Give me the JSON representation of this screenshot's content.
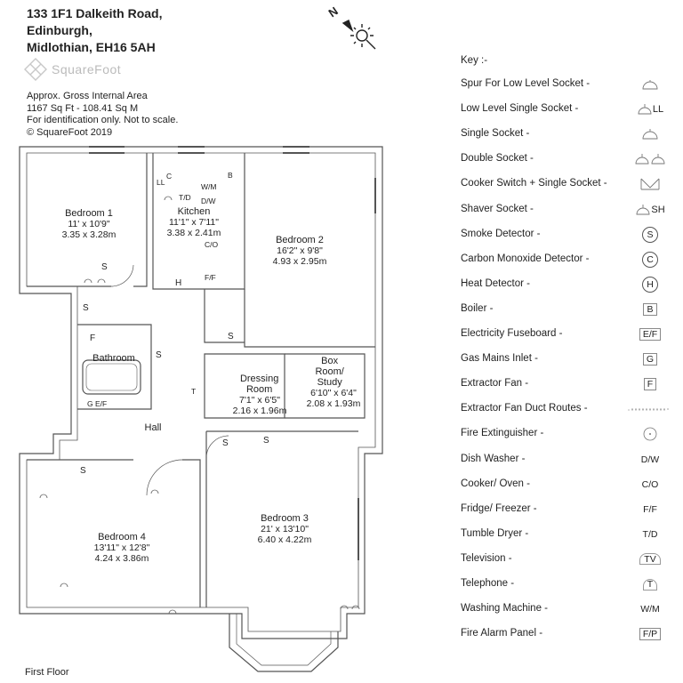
{
  "header": {
    "address_line1": "133 1F1 Dalkeith Road,",
    "address_line2": "Edinburgh,",
    "address_line3": "Midlothian, EH16 5AH"
  },
  "logo": {
    "text": "SquareFoot"
  },
  "area_info": {
    "line1": "Approx. Gross Internal Area",
    "line2": "1167 Sq Ft  -  108.41 Sq M",
    "line3": "For identification only. Not to scale.",
    "line4": "© SquareFoot 2019"
  },
  "compass": {
    "label": "N"
  },
  "floor_label": "First Floor",
  "rooms": [
    {
      "name": "Bedroom 1",
      "imperial": "11' x 10'9\"",
      "metric": "3.35 x 3.28m"
    },
    {
      "name": "Kitchen",
      "imperial": "11'1\" x 7'11\"",
      "metric": "3.38 x 2.41m"
    },
    {
      "name": "Bedroom 2",
      "imperial": "16'2\" x 9'8\"",
      "metric": "4.93 x 2.95m"
    },
    {
      "name": "Bathroom",
      "imperial": "",
      "metric": ""
    },
    {
      "name": "Dressing Room",
      "imperial": "7'1\" x 6'5\"",
      "metric": "2.16 x 1.96m"
    },
    {
      "name": "Box Room/ Study",
      "imperial": "6'10\" x 6'4\"",
      "metric": "2.08 x 1.93m"
    },
    {
      "name": "Hall",
      "imperial": "",
      "metric": ""
    },
    {
      "name": "Bedroom 4",
      "imperial": "13'11\" x 12'8\"",
      "metric": "4.24 x 3.86m"
    },
    {
      "name": "Bedroom 3",
      "imperial": "21' x 13'10\"",
      "metric": "6.40 x 4.22m"
    }
  ],
  "plan_labels": {
    "ll": "LL",
    "c": "C",
    "b": "B",
    "wm": "W/M",
    "dw": "D/W",
    "td": "T/D",
    "co": "C/O",
    "ff": "F/F",
    "h": "H",
    "s": "S",
    "f": "F",
    "gef": "G E/F",
    "t": "T"
  },
  "key": {
    "title": "Key :-",
    "items": [
      {
        "label": "Spur For Low Level Socket -",
        "symbol": "",
        "icon": "spur-socket-icon"
      },
      {
        "label": "Low Level Single Socket -",
        "symbol": "LL",
        "icon": "low-level-socket-icon"
      },
      {
        "label": "Single Socket -",
        "symbol": "",
        "icon": "single-socket-icon"
      },
      {
        "label": "Double Socket -",
        "symbol": "",
        "icon": "double-socket-icon"
      },
      {
        "label": "Cooker Switch + Single Socket -",
        "symbol": "",
        "icon": "cooker-switch-icon"
      },
      {
        "label": "Shaver Socket -",
        "symbol": "SH",
        "icon": "shaver-socket-icon"
      },
      {
        "label": "Smoke Detector -",
        "symbol": "S",
        "icon": "smoke-detector-icon"
      },
      {
        "label": "Carbon Monoxide Detector -",
        "symbol": "C",
        "icon": "co-detector-icon"
      },
      {
        "label": "Heat Detector -",
        "symbol": "H",
        "icon": "heat-detector-icon"
      },
      {
        "label": "Boiler -",
        "symbol": "B",
        "icon": "boiler-icon"
      },
      {
        "label": "Electricity Fuseboard -",
        "symbol": "E/F",
        "icon": "fuseboard-icon"
      },
      {
        "label": "Gas Mains Inlet -",
        "symbol": "G",
        "icon": "gas-inlet-icon"
      },
      {
        "label": "Extractor Fan -",
        "symbol": "F",
        "icon": "extractor-fan-icon"
      },
      {
        "label": "Extractor Fan Duct Routes -",
        "symbol": "",
        "icon": "duct-route-icon"
      },
      {
        "label": "Fire Extinguisher -",
        "symbol": "",
        "icon": "fire-extinguisher-icon"
      },
      {
        "label": "Dish Washer -",
        "symbol": "D/W",
        "icon": "text-symbol"
      },
      {
        "label": "Cooker/ Oven -",
        "symbol": "C/O",
        "icon": "text-symbol"
      },
      {
        "label": "Fridge/ Freezer -",
        "symbol": "F/F",
        "icon": "text-symbol"
      },
      {
        "label": "Tumble Dryer -",
        "symbol": "T/D",
        "icon": "text-symbol"
      },
      {
        "label": "Television -",
        "symbol": "TV",
        "icon": "television-icon"
      },
      {
        "label": "Telephone -",
        "symbol": "T",
        "icon": "telephone-icon"
      },
      {
        "label": "Washing Machine -",
        "symbol": "W/M",
        "icon": "text-symbol"
      },
      {
        "label": "Fire Alarm Panel -",
        "symbol": "F/P",
        "icon": "fire-alarm-panel-icon"
      }
    ]
  }
}
